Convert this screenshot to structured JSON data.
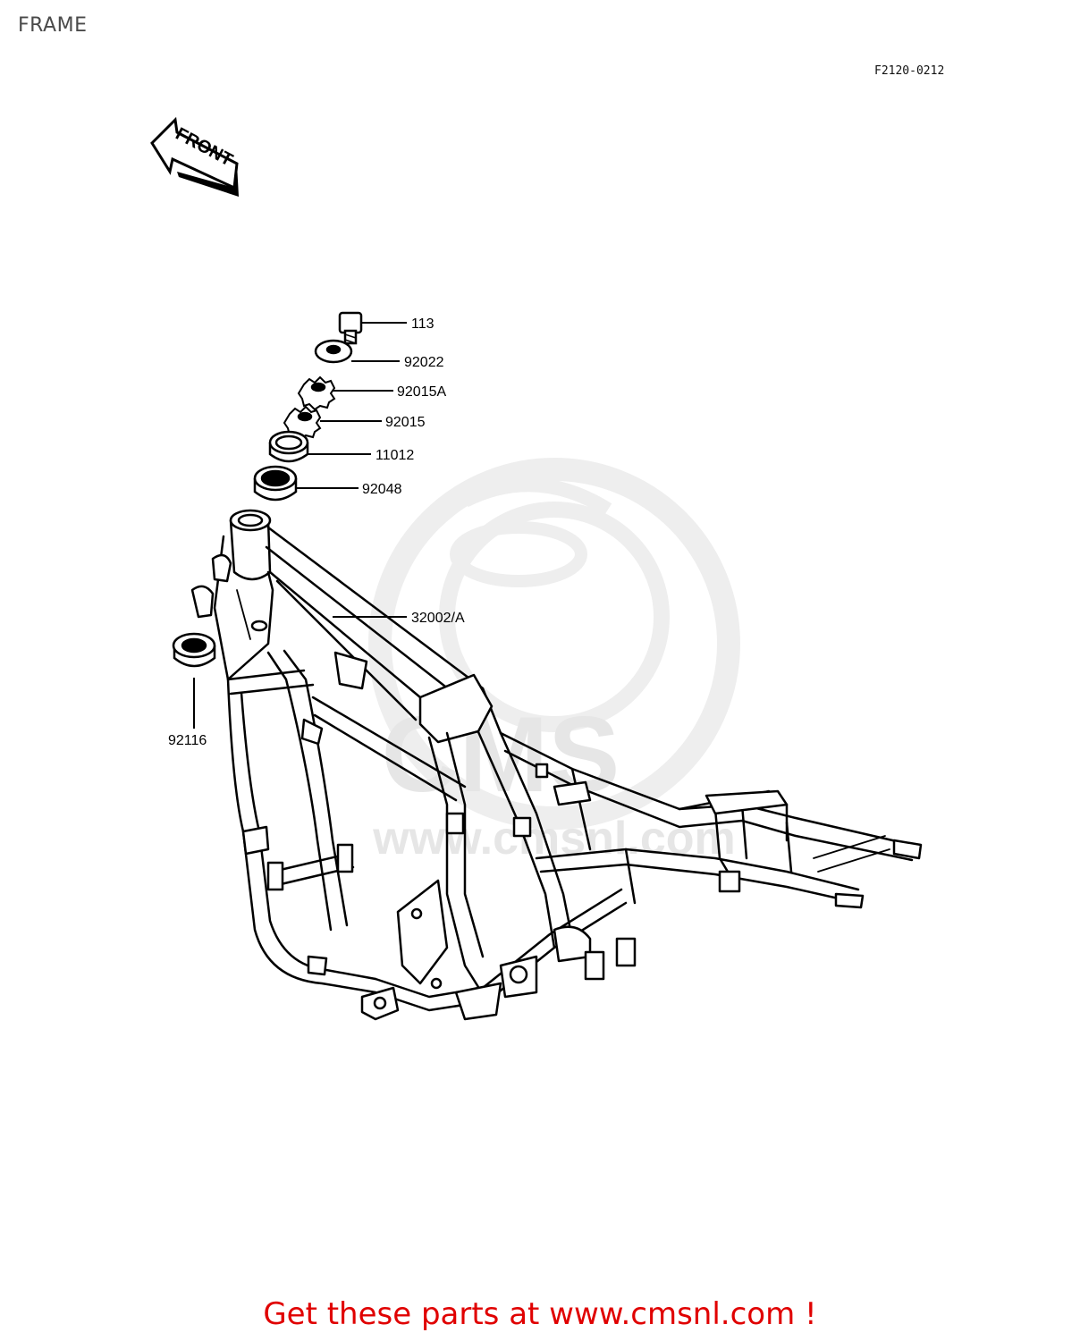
{
  "page": {
    "title": "FRAME",
    "ref_code": "F2120-0212",
    "footer": "Get these parts at www.cmsnl.com !"
  },
  "direction_arrow": {
    "label": "FRONT"
  },
  "watermark": {
    "brand": "CMS",
    "url": "www.cmsnl.com"
  },
  "parts": [
    {
      "number": "113"
    },
    {
      "number": "92022"
    },
    {
      "number": "92015A"
    },
    {
      "number": "92015"
    },
    {
      "number": "11012"
    },
    {
      "number": "92048"
    },
    {
      "number": "32002/A"
    },
    {
      "number": "92116"
    }
  ]
}
